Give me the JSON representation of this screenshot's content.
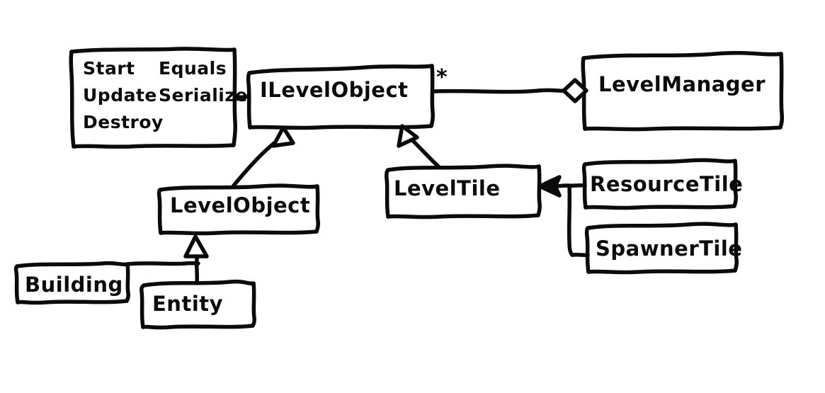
{
  "diagram": {
    "title": "Level system UML class diagram (hand-drawn)",
    "style": "hand-drawn sketch, black ink on white",
    "ink_color": "#0b0b0b",
    "background_color": "#ffffff"
  },
  "nodes": {
    "methods_note": {
      "kind": "note",
      "columns": [
        [
          "Start",
          "Update",
          "Destroy"
        ],
        [
          "Equals",
          "Serialize"
        ]
      ],
      "items": [
        "Start",
        "Update",
        "Destroy",
        "Equals",
        "Serialize"
      ]
    },
    "ilevelobject": {
      "kind": "interface",
      "label": "ILevelObject"
    },
    "levelmanager": {
      "kind": "class",
      "label": "LevelManager"
    },
    "levelobject": {
      "kind": "class",
      "label": "LevelObject"
    },
    "leveltile": {
      "kind": "class",
      "label": "LevelTile"
    },
    "resourcetile": {
      "kind": "class",
      "label": "ResourceTile"
    },
    "spawnertile": {
      "kind": "class",
      "label": "SpawnerTile"
    },
    "building": {
      "kind": "class",
      "label": "Building"
    },
    "entity": {
      "kind": "class",
      "label": "Entity"
    }
  },
  "multiplicities": {
    "ilevelobject_to_levelmanager": "*"
  },
  "edges": [
    {
      "from": "methods_note",
      "to": "ilevelobject",
      "type": "note-link"
    },
    {
      "from": "ilevelobject",
      "to": "levelmanager",
      "type": "aggregation",
      "multiplicity": "*"
    },
    {
      "from": "levelobject",
      "to": "ilevelobject",
      "type": "generalization"
    },
    {
      "from": "leveltile",
      "to": "ilevelobject",
      "type": "generalization"
    },
    {
      "from": "building",
      "to": "levelobject",
      "type": "generalization"
    },
    {
      "from": "entity",
      "to": "levelobject",
      "type": "generalization"
    },
    {
      "from": "resourcetile",
      "to": "leveltile",
      "type": "directed-association"
    },
    {
      "from": "spawnertile",
      "to": "leveltile",
      "type": "directed-association"
    }
  ]
}
